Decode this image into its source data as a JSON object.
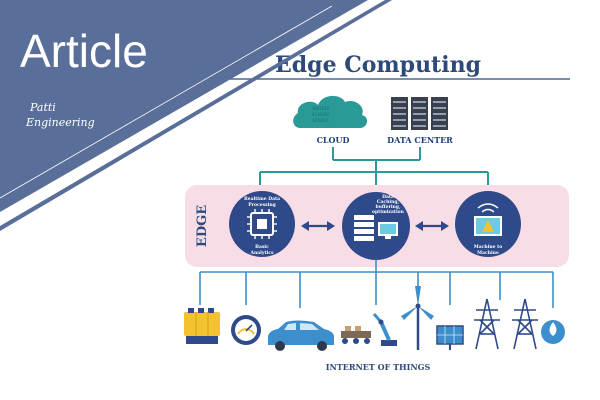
{
  "banner": {
    "label": "Article",
    "logo_line1": "Patti",
    "logo_line2": "Engineering"
  },
  "diagram": {
    "title": "Edge Computing",
    "cloud_label": "CLOUD",
    "datacenter_label": "DATA CENTER",
    "edge_label": "EDGE",
    "node_left_top": [
      "Realtime Data",
      "Processing"
    ],
    "node_left_bottom": [
      "Basic",
      "Analytics"
    ],
    "node_center_top": [
      "Data",
      "Caching,",
      "buffering,",
      "optimization"
    ],
    "node_right_bottom": [
      "Machine to",
      "Machine"
    ],
    "iot_label": "INTERNET OF THINGS",
    "iot_icons": [
      "battery-pack-icon",
      "gauge-icon",
      "car-icon",
      "factory-icon",
      "robot-arm-icon",
      "wind-turbine-icon",
      "solar-panel-icon",
      "power-tower-icon",
      "power-tower-icon",
      "water-drop-icon"
    ]
  },
  "colors": {
    "banner": "#5a6e9a",
    "title": "#2c4a7a",
    "teal": "#2a9a96",
    "edge_bg": "#f8dde6",
    "node": "#2f4a8a",
    "line": "#3c8fcc",
    "label": "#1c3f74"
  }
}
